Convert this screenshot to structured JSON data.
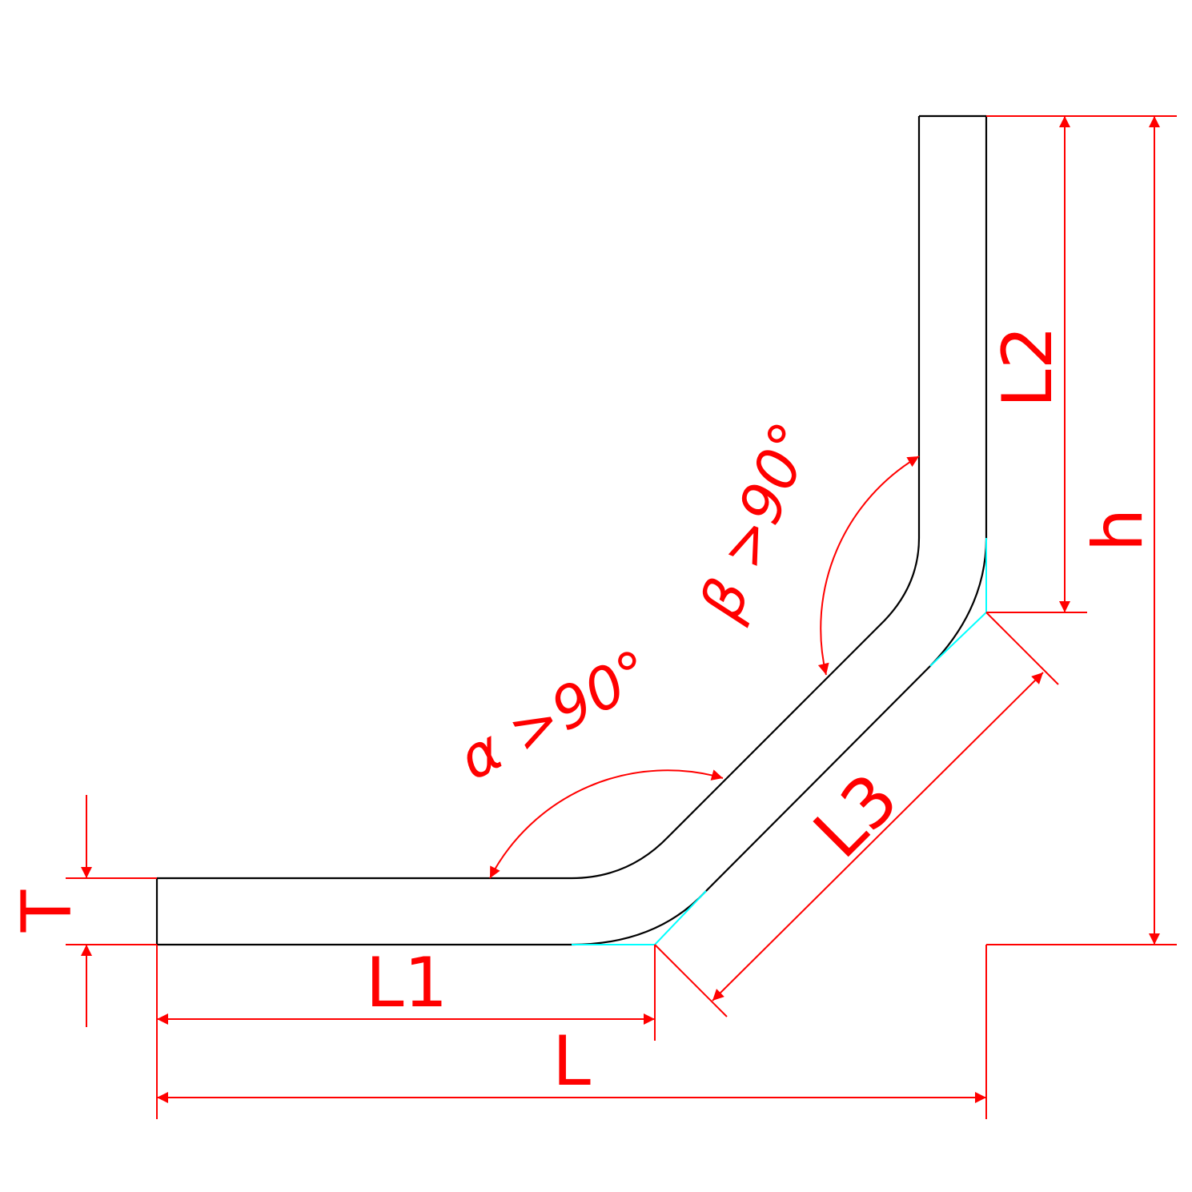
{
  "colors": {
    "background": "#ffffff",
    "part_outline": "#000000",
    "dimension": "#ff0000",
    "construction": "#00ffff"
  },
  "labels": {
    "thickness": "T",
    "length_1": "L1",
    "length_total": "L",
    "length_2": "L2",
    "length_3": "L3",
    "height": "h",
    "angle_alpha": "α >90°",
    "angle_beta": "β >90°"
  }
}
